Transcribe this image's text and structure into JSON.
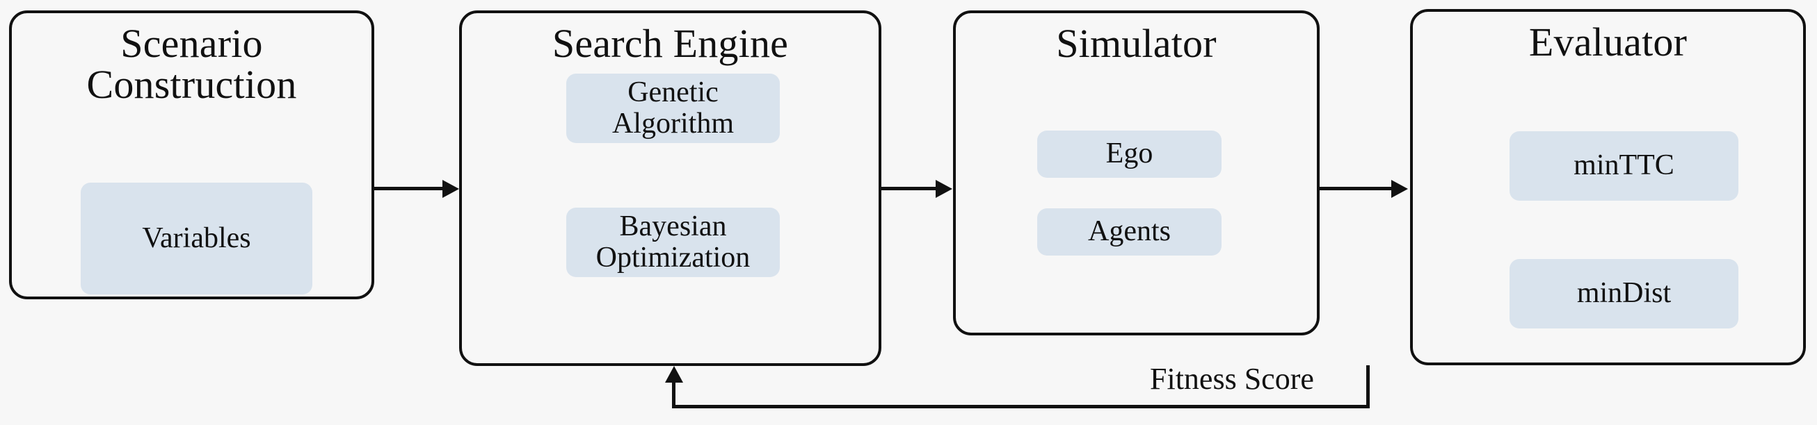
{
  "diagram": {
    "title_text": "",
    "background_color": "#f7f7f7",
    "box_border_color": "#111111",
    "chip_color": "#d9e3ed",
    "stages": [
      {
        "id": "scenario-construction",
        "title": "Scenario\nConstruction",
        "chips": [
          {
            "id": "variables",
            "label": "Variables"
          }
        ]
      },
      {
        "id": "search-engine",
        "title": "Search Engine",
        "chips": [
          {
            "id": "genetic-algorithm",
            "label": "Genetic\nAlgorithm"
          },
          {
            "id": "bayesian-optimization",
            "label": "Bayesian\nOptimization"
          }
        ]
      },
      {
        "id": "simulator",
        "title": "Simulator",
        "chips": [
          {
            "id": "ego",
            "label": "Ego"
          },
          {
            "id": "agents",
            "label": "Agents"
          }
        ]
      },
      {
        "id": "evaluator",
        "title": "Evaluator",
        "chips": [
          {
            "id": "minttc",
            "label": "minTTC"
          },
          {
            "id": "mindist",
            "label": "minDist"
          }
        ]
      }
    ],
    "connectors": [
      {
        "id": "arrow-scenario-to-search",
        "label": ""
      },
      {
        "id": "arrow-search-to-simulator",
        "label": ""
      },
      {
        "id": "arrow-simulator-to-evaluator",
        "label": ""
      },
      {
        "id": "feedback-evaluator-to-search",
        "label": "Fitness Score"
      }
    ]
  }
}
